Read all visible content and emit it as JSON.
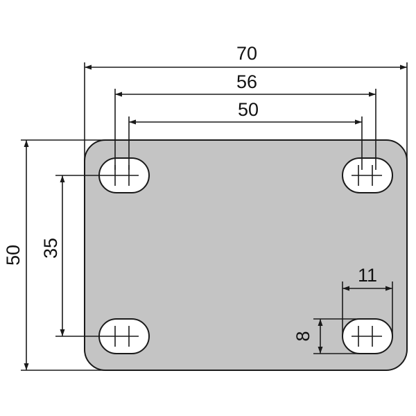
{
  "drawing": {
    "colors": {
      "plate": "#c4c4c4",
      "line": "#1a1a1a",
      "slot": "#ffffff"
    },
    "dimensions": {
      "overall_width": "70",
      "slot_outer_spacing": "56",
      "slot_inner_spacing": "50",
      "overall_height": "50",
      "hole_vertical_spacing": "35",
      "slot_length": "11",
      "slot_width": "8"
    },
    "slot_count": 4
  }
}
